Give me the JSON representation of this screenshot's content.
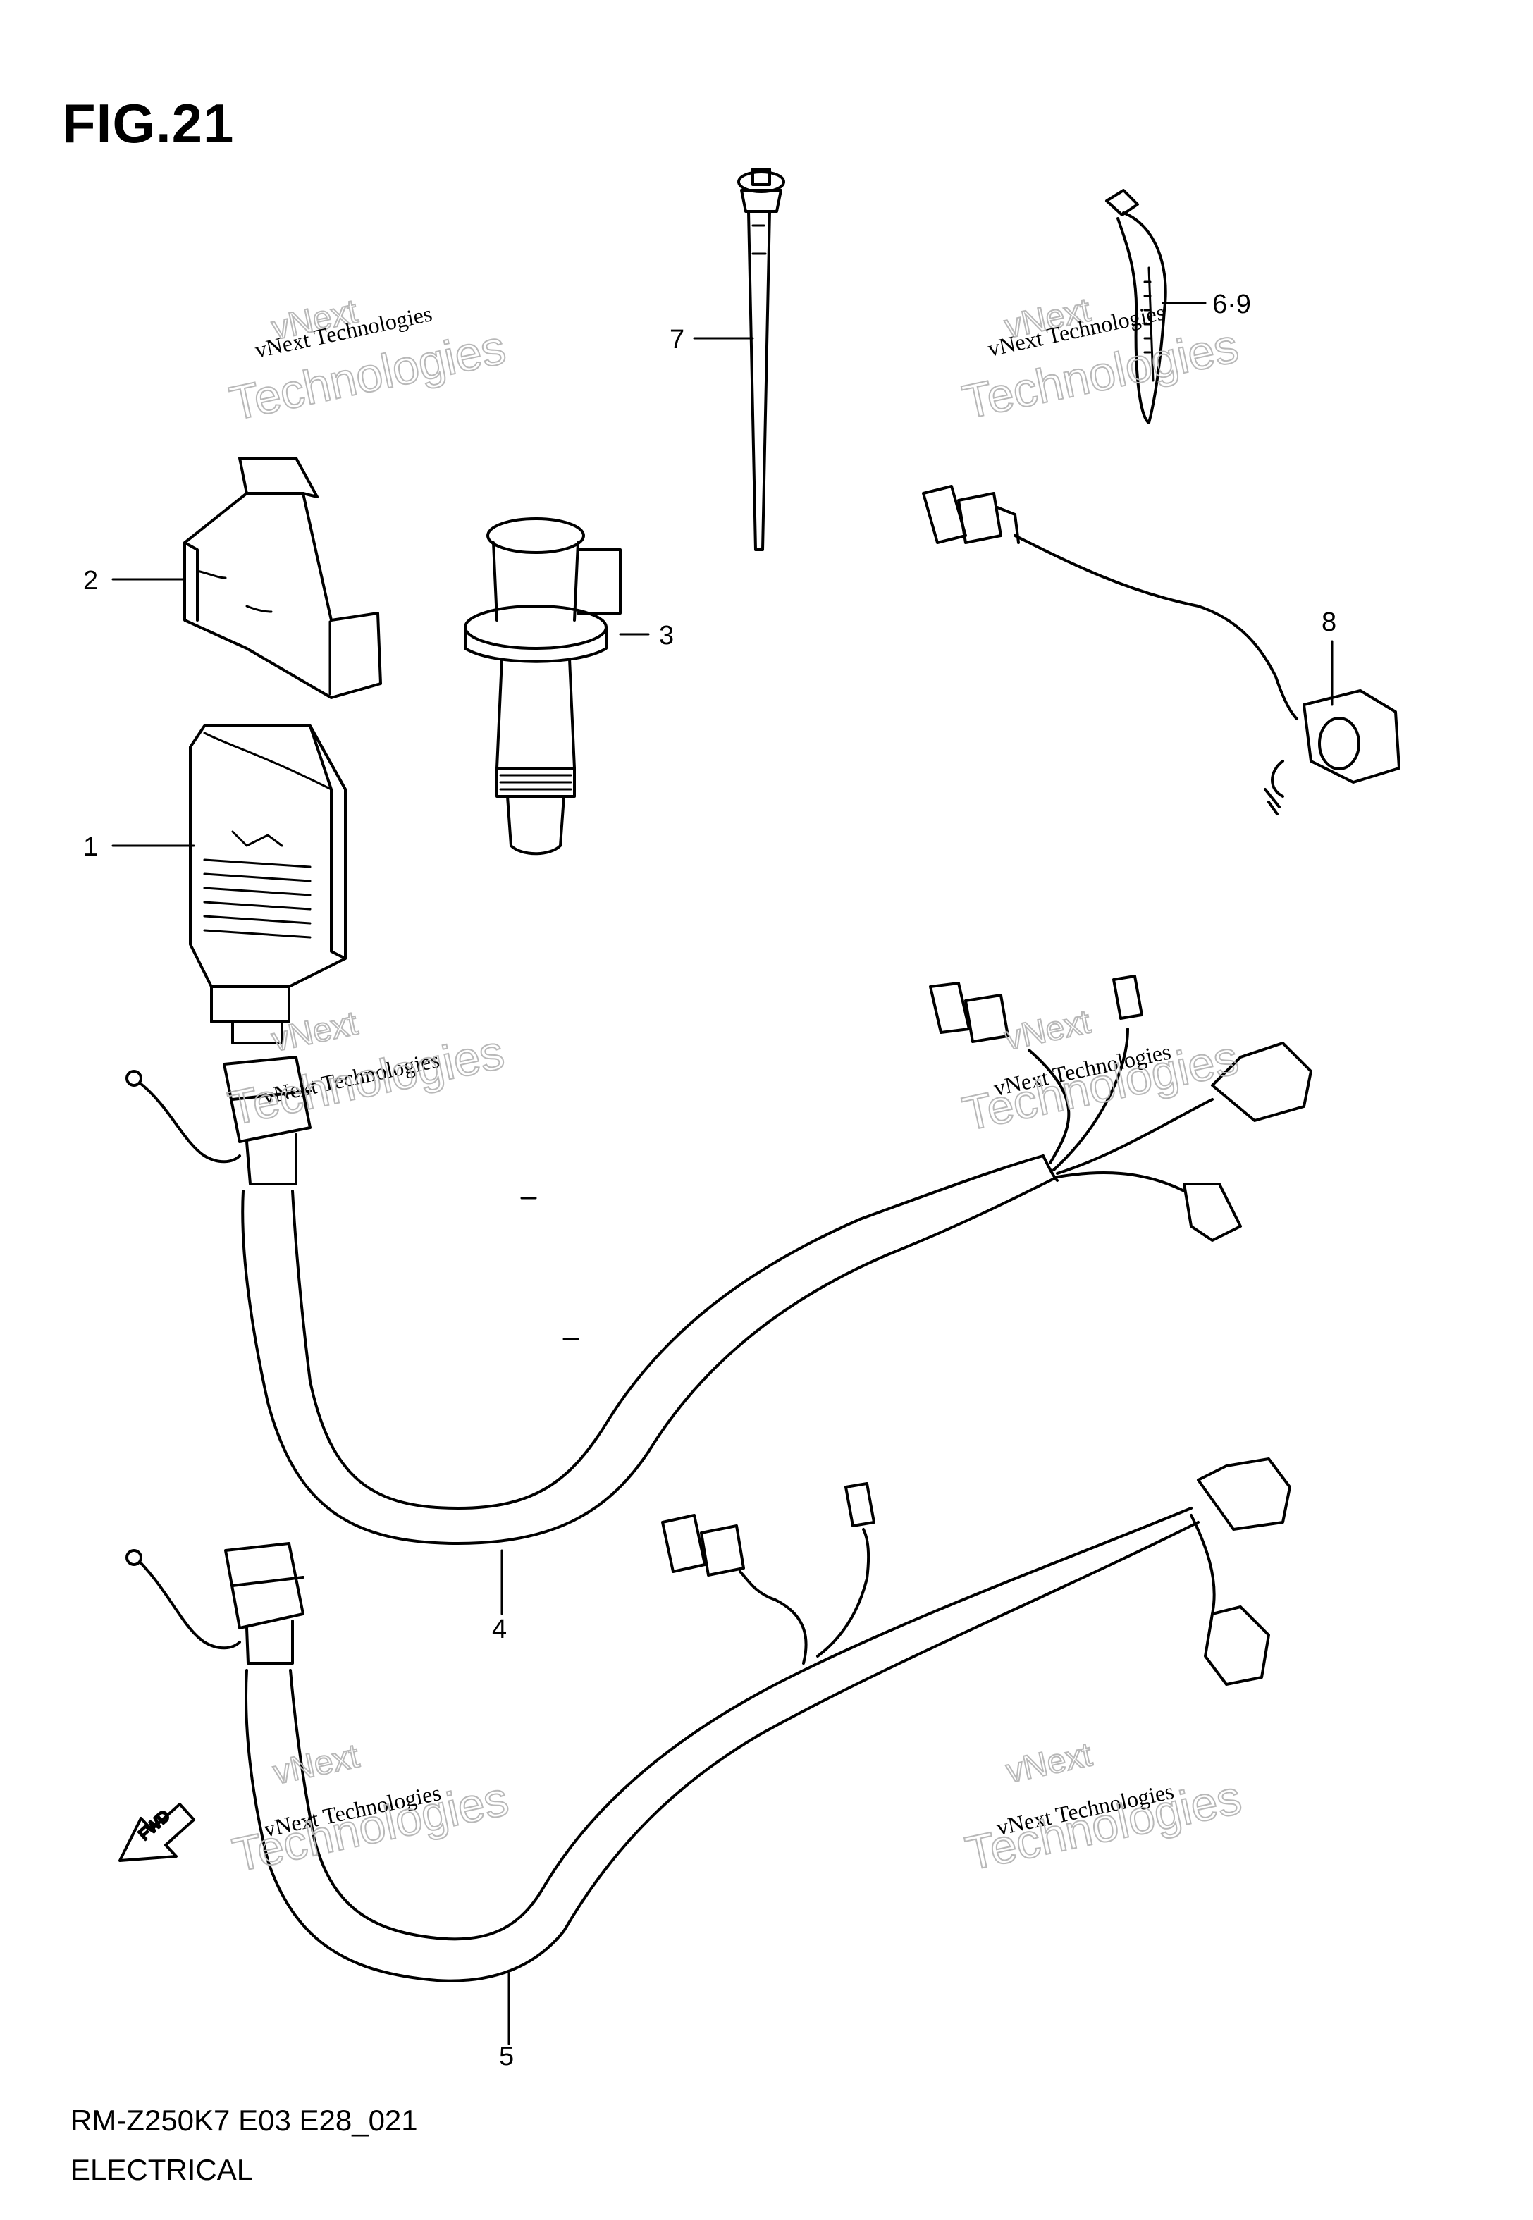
{
  "figure": {
    "title": "FIG.21"
  },
  "footer": {
    "model_code": "RM-Z250K7 E03 E28_021",
    "section": "ELECTRICAL"
  },
  "callouts": [
    "1",
    "2",
    "3",
    "4",
    "5",
    "6·9",
    "7",
    "8"
  ],
  "watermark": {
    "line1": "vNext Technologies",
    "line2": "Technologies",
    "line3": "vNext"
  },
  "direction_marker": "FWD"
}
